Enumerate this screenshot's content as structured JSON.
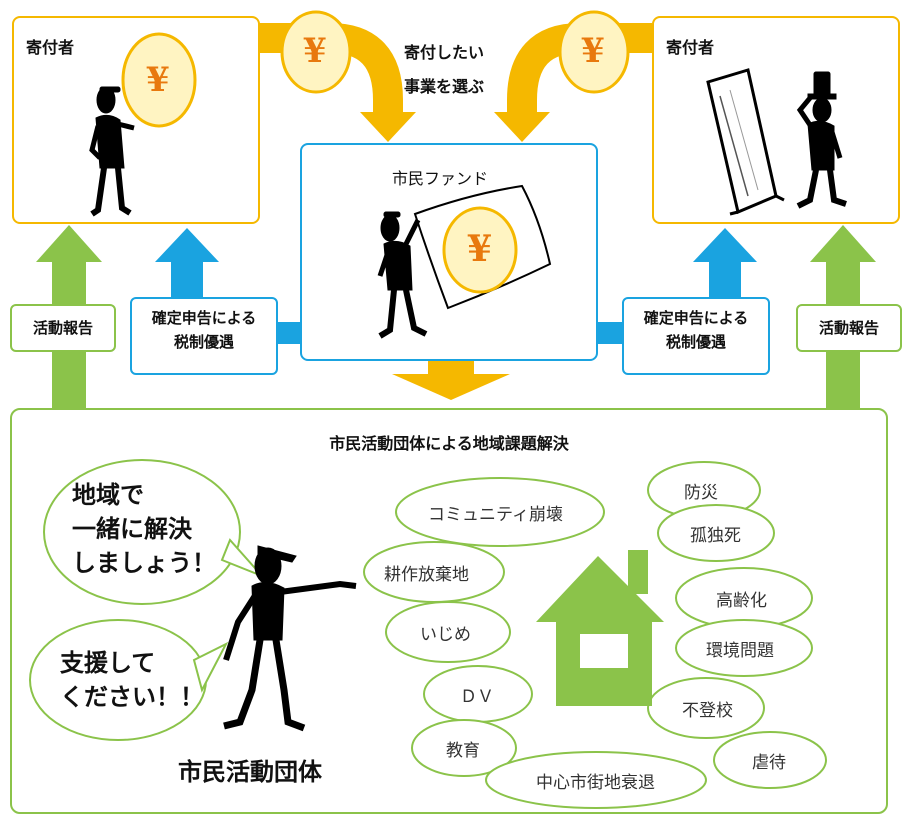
{
  "donor_left": {
    "label": "寄付者"
  },
  "donor_right": {
    "label": "寄付者"
  },
  "yen_symbol": "¥",
  "choose_project": {
    "line1": "寄付したい",
    "line2": "事業を選ぶ"
  },
  "fund": {
    "label": "市民ファンド"
  },
  "tax_left": {
    "line1": "確定申告による",
    "line2": "税制優遇"
  },
  "tax_right": {
    "line1": "確定申告による",
    "line2": "税制優遇"
  },
  "report_left": {
    "label": "活動報告"
  },
  "report_right": {
    "label": "活動報告"
  },
  "community": {
    "title": "市民活動団体による地域課題解決",
    "speech1": {
      "line1": "地域で",
      "line2": "一緒に解決",
      "line3": "しましょう！"
    },
    "speech2": {
      "line1": "支援して",
      "line2": "ください！！"
    },
    "org_label": "市民活動団体",
    "issues": {
      "community_collapse": "コミュニティ崩壊",
      "disaster_prevention": "防災",
      "lonely_death": "孤独死",
      "abandoned_farmland": "耕作放棄地",
      "aging": "高齢化",
      "bullying": "いじめ",
      "environment": "環境問題",
      "dv": "ＤＶ",
      "truancy": "不登校",
      "education": "教育",
      "abuse": "虐待",
      "downtown_decline": "中心市街地衰退"
    }
  },
  "colors": {
    "orange": "#f5b800",
    "blue": "#1aa3e0",
    "green": "#8bc34a",
    "coin_fill": "#fff4c2",
    "coin_text": "#e8790e"
  }
}
